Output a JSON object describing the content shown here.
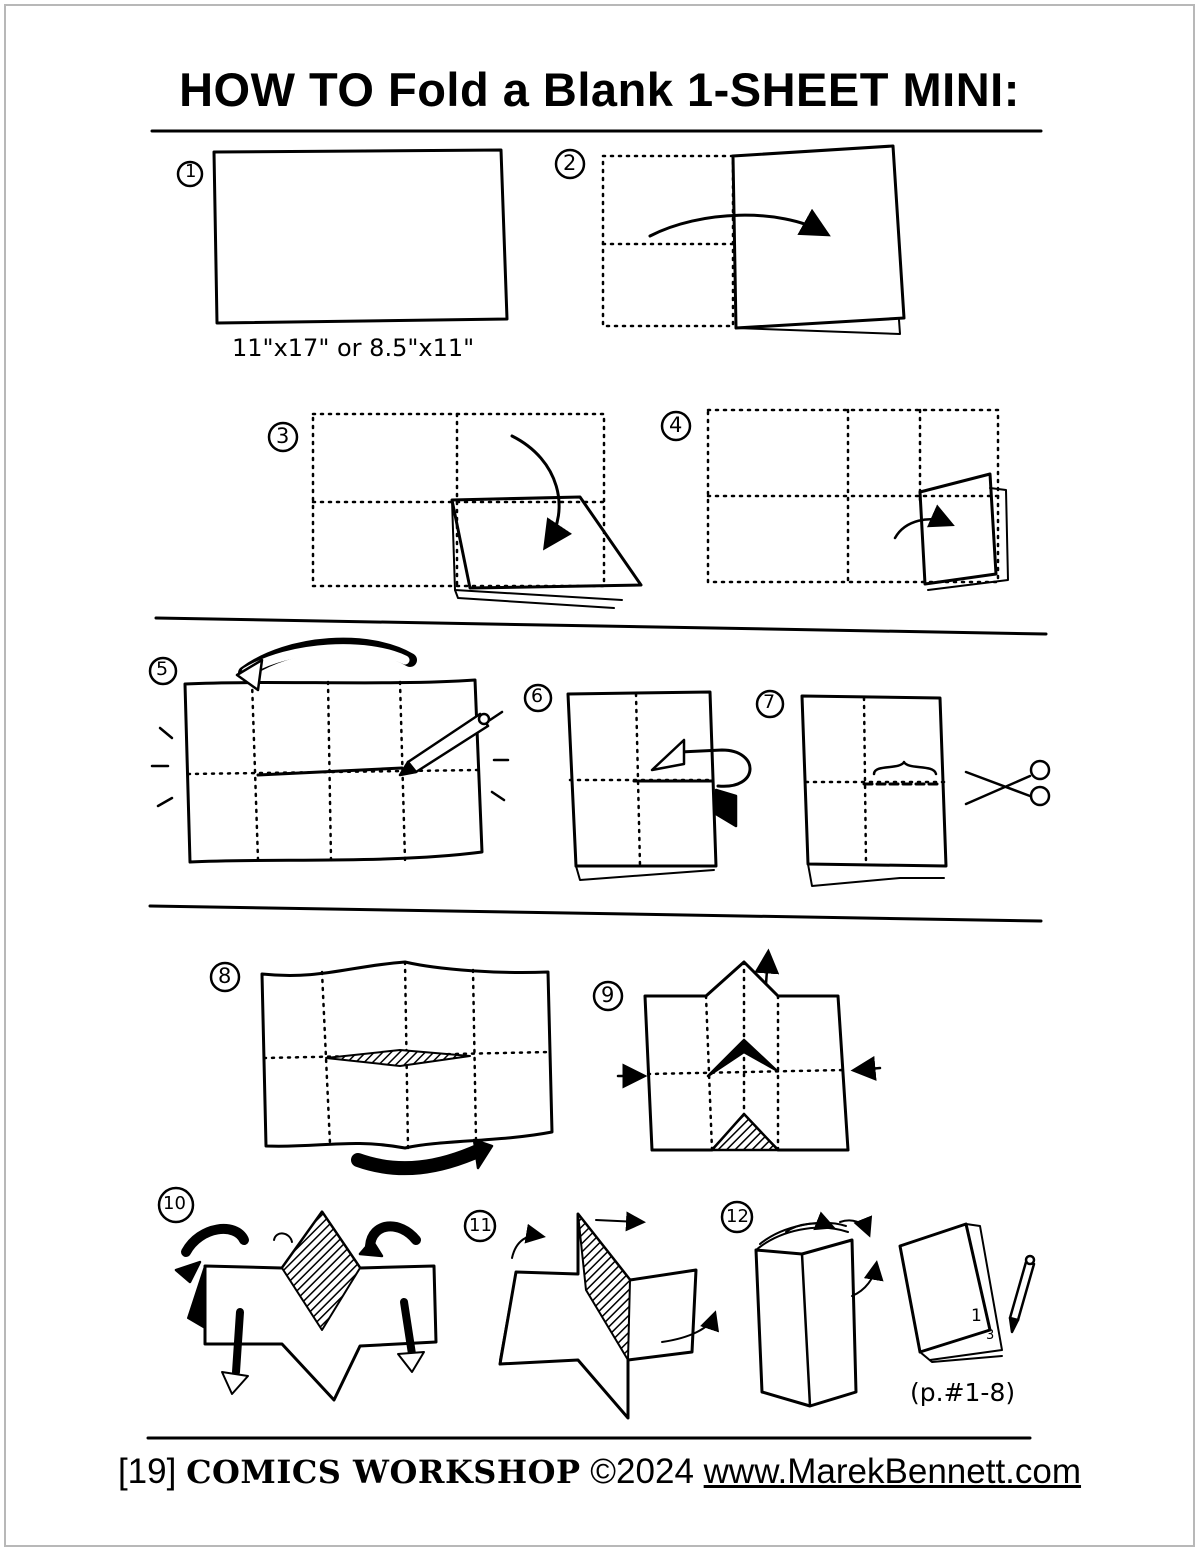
{
  "title": "HOW TO Fold a Blank 1-SHEET MINI:",
  "steps": [
    {
      "number": "1",
      "caption": "11\"x17\" or 8.5\"x11\""
    },
    {
      "number": "2"
    },
    {
      "number": "3"
    },
    {
      "number": "4"
    },
    {
      "number": "5"
    },
    {
      "number": "6"
    },
    {
      "number": "7"
    },
    {
      "number": "8"
    },
    {
      "number": "9"
    },
    {
      "number": "10"
    },
    {
      "number": "11"
    },
    {
      "number": "12",
      "caption": "(p.#1-8)",
      "page_marks": [
        "1",
        "3"
      ]
    }
  ],
  "footer": {
    "page_number": "[19]",
    "brand": "COMICS WORKSHOP",
    "copyright": "©2024",
    "url": "www.MarekBennett.com"
  },
  "icons": [
    "pencil-icon",
    "scissors-icon",
    "fold-arrow-icon"
  ]
}
